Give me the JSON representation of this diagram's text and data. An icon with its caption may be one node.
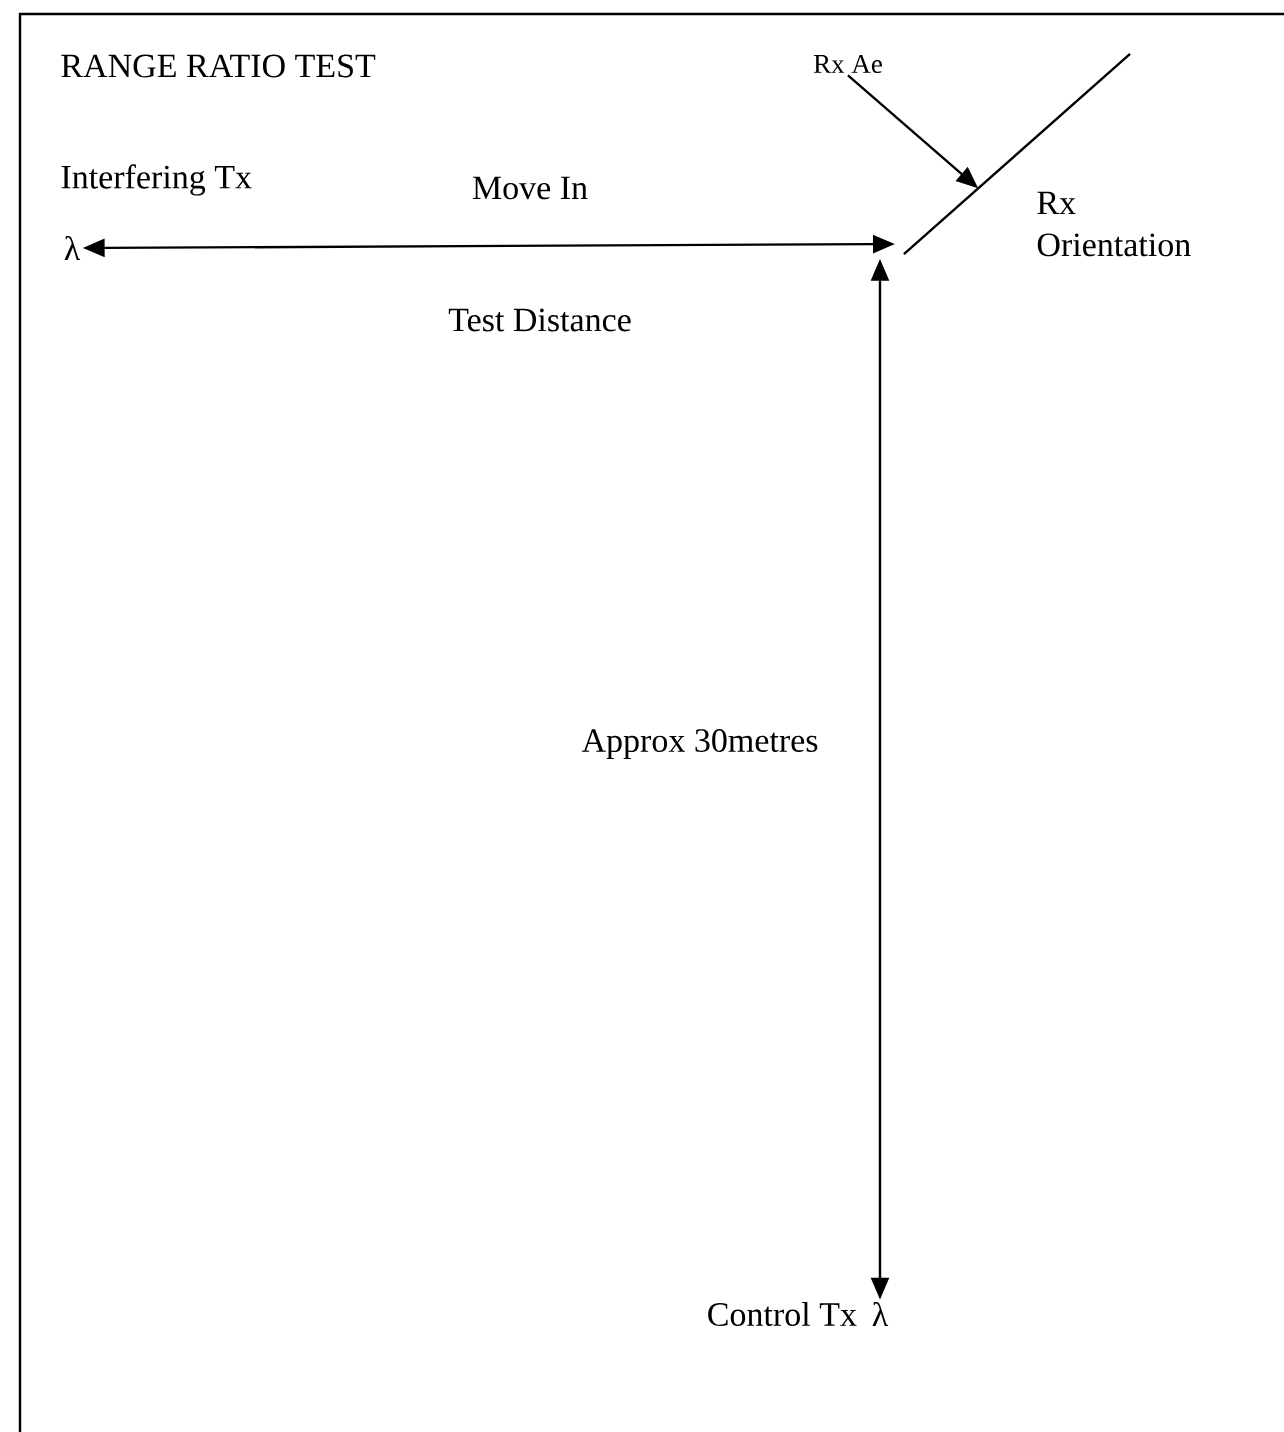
{
  "diagram": {
    "title": "RANGE RATIO TEST",
    "nodes": [
      {
        "text": [
          "λ"
        ],
        "beside": [
          "Interfering Tx"
        ]
      },
      {
        "text": [
          "Rx Ae"
        ]
      },
      {
        "text": [],
        "shape": "line"
      },
      {
        "text": [
          "λ"
        ],
        "beside": [
          "Control Tx"
        ]
      }
    ],
    "edges": [
      {
        "from": 0,
        "to": 2,
        "arrow": "both",
        "label": "Test Distance"
      },
      {
        "from": 3,
        "to": 2,
        "arrow": "both",
        "label": "Approx 30metres"
      },
      {
        "from": 1,
        "to": 2,
        "arrow": "to"
      }
    ],
    "labels": [
      "Move In",
      "Rx Orientation"
    ]
  }
}
